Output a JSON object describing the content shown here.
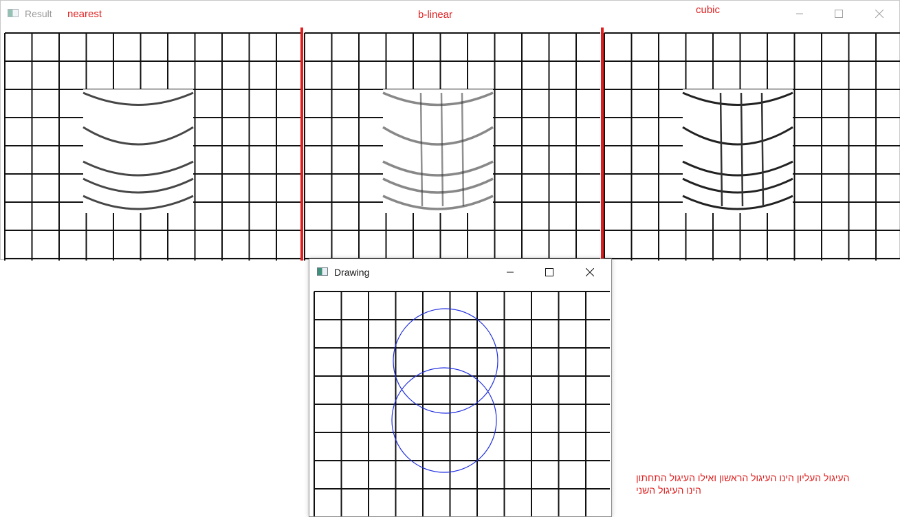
{
  "result_window": {
    "title": "Result",
    "labels": {
      "nearest": "nearest",
      "bilinear": "b-linear",
      "cubic": "cubic"
    },
    "accent_color": "#e02020"
  },
  "drawing_window": {
    "title": "Drawing",
    "circle_color": "#1f2ee0"
  },
  "note": {
    "line1": "העיגול העליון הינו העיגול הראשון ואילו העיגול התחתון",
    "line2": "הינו העיגול השני"
  }
}
